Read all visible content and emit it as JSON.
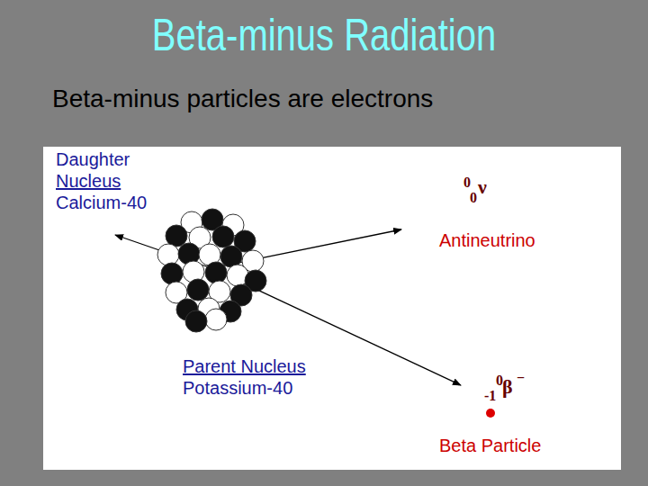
{
  "diagram": {
    "title": "Beta-minus Radiation",
    "labels": [
      "Beta-minus particles are electrons",
      "Daughter",
      "Nucleus",
      "Calcium-40",
      "0",
      "0",
      "ν",
      "Antineutrino",
      "Parent Nucleus",
      "Potassium-40",
      "0",
      "-1",
      "β",
      "−",
      "Beta Particle"
    ]
  }
}
